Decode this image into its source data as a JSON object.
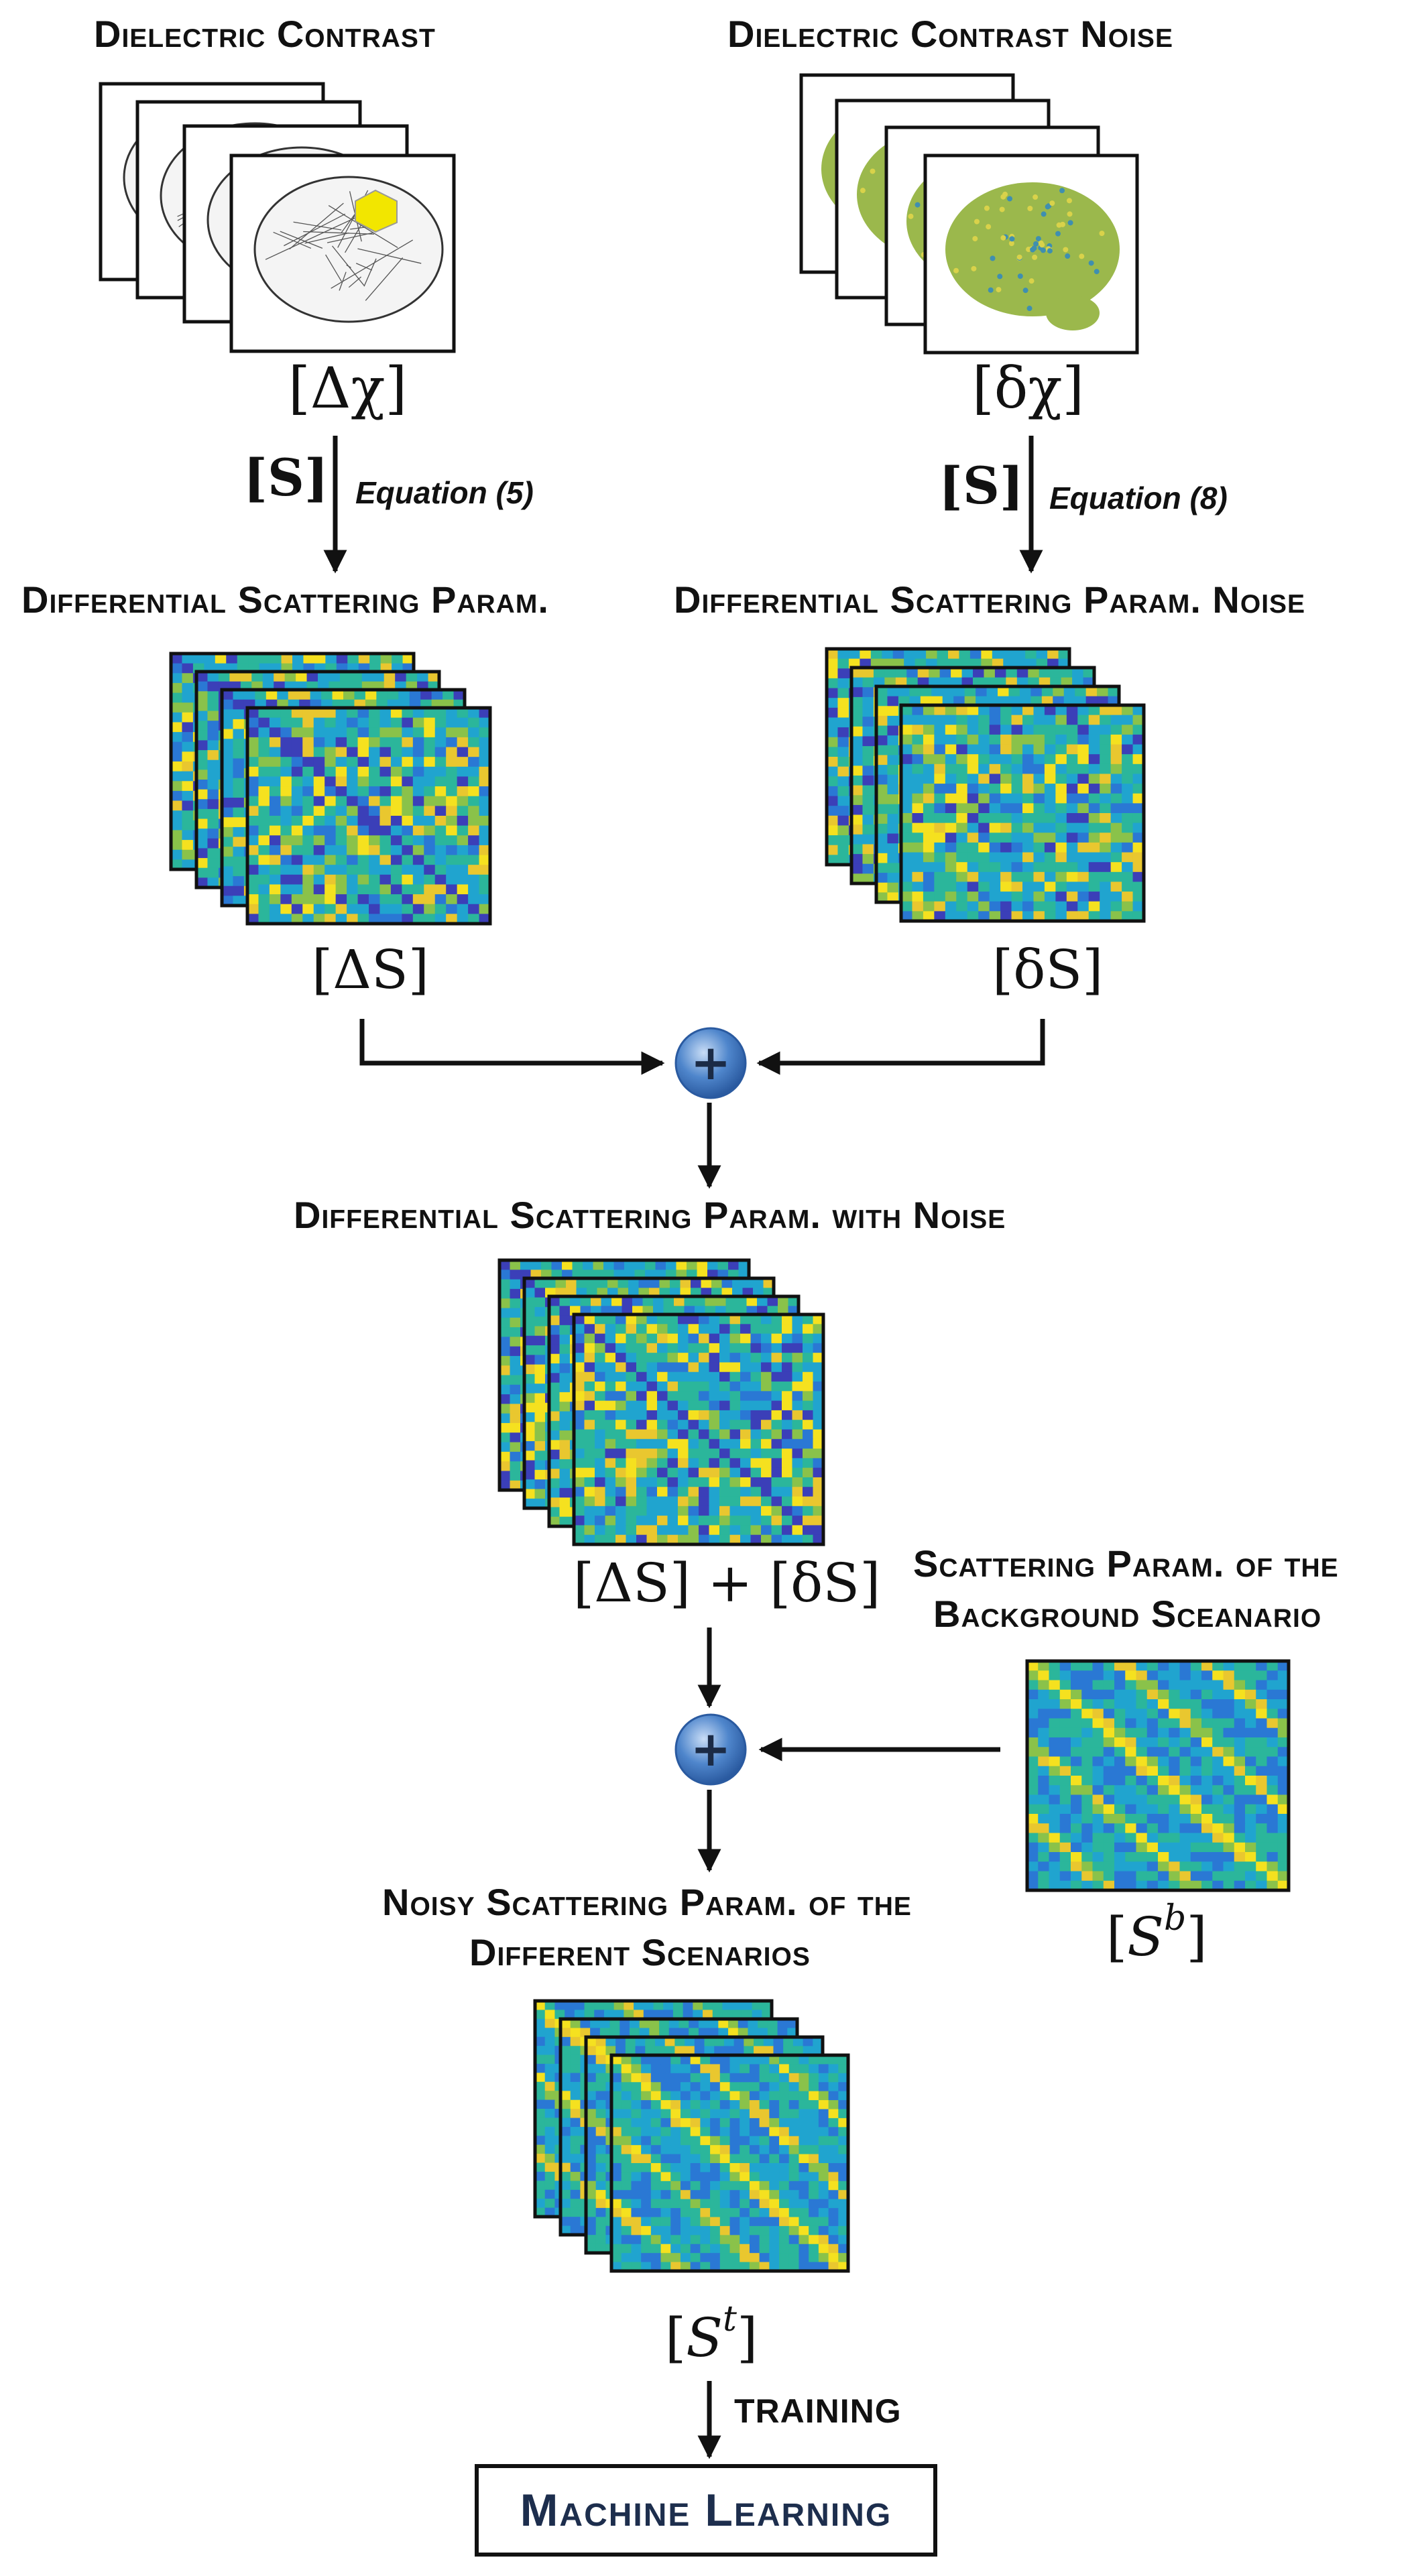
{
  "titles": {
    "dielectric_contrast": "Dielectric Contrast",
    "dielectric_contrast_noise": "Dielectric Contrast Noise",
    "diff_scatter": "Differential Scattering Param.",
    "diff_scatter_noise": "Differential Scattering Param. Noise",
    "diff_scatter_with_noise": "Differential Scattering Param. with Noise",
    "background_line1": "Scattering Param. of the",
    "background_line2": "Background Sceanario",
    "noisy_line1": "Noisy Scattering Param. of the",
    "noisy_line2": "Different Scenarios"
  },
  "math": {
    "delta_chi": "[Δχ]",
    "small_delta_chi": "[δχ]",
    "S_left": "[S]",
    "S_right": "[S]",
    "delta_S": "[ΔS]",
    "small_delta_S": "[δS]",
    "sum": "[ΔS] + [δS]",
    "S_b_base": "S",
    "S_b_sup": "b",
    "S_t_base": "S",
    "S_t_sup": "t"
  },
  "labels": {
    "eq5": "Equation (5)",
    "eq8": "Equation (8)",
    "training": "TRAINING",
    "plus_symbol": "+"
  },
  "machine_learning": "Machine Learning",
  "colors": {
    "arrow": "#111111",
    "plus_node": "#4f86cc",
    "mesh_highlight": "#f2e600",
    "noise_brain": "#9bb84c",
    "ml_text": "#1d2e4d",
    "matrix_palette": [
      "#3b3fb8",
      "#2a78d4",
      "#20a4cf",
      "#2bb69b",
      "#8ac24a",
      "#e9c72f",
      "#f5e11f"
    ]
  }
}
